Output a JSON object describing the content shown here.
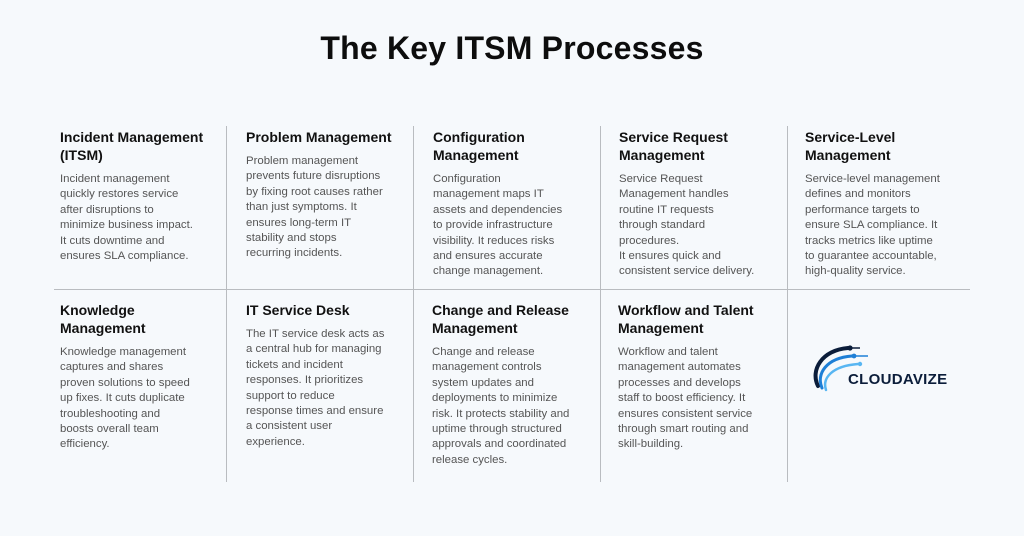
{
  "page": {
    "title": "The Key ITSM Processes"
  },
  "cells": [
    {
      "title": "Incident Management\n(ITSM)",
      "text": "Incident management\nquickly restores service\nafter disruptions to\nminimize business impact.\nIt cuts downtime and\nensures SLA compliance."
    },
    {
      "title": "Problem Management",
      "text": "Problem management\nprevents future disruptions\nby fixing root causes rather\nthan just symptoms. It\nensures long-term IT\nstability and stops\nrecurring incidents."
    },
    {
      "title": "Configuration\nManagement",
      "text": "Configuration\nmanagement maps IT\nassets and dependencies\nto provide infrastructure\nvisibility. It reduces risks\nand ensures accurate\nchange management."
    },
    {
      "title": "Service Request\nManagement",
      "text": "Service Request\nManagement handles\nroutine IT requests\nthrough standard\nprocedures.\n It ensures quick and\nconsistent service delivery."
    },
    {
      "title": "Service-Level\nManagement",
      "text": "Service-level management\ndefines and monitors\nperformance targets to\nensure SLA compliance. It\ntracks metrics like uptime\nto guarantee accountable,\nhigh-quality service."
    },
    {
      "title": "Knowledge\nManagement",
      "text": "Knowledge management\ncaptures and shares\nproven solutions to speed\nup fixes. It cuts duplicate\ntroubleshooting and\nboosts overall team\nefficiency."
    },
    {
      "title": "IT Service Desk",
      "text": "The IT service desk acts as\na central hub for managing\ntickets and incident\nresponses. It prioritizes\nsupport to reduce\nresponse times and ensure\na consistent user\nexperience."
    },
    {
      "title": "Change and Release\nManagement",
      "text": "Change and release\nmanagement controls\nsystem updates and\ndeployments to minimize\nrisk. It protects stability and\nuptime through structured\napprovals and coordinated\nrelease cycles."
    },
    {
      "title": "Workflow and Talent\nManagement",
      "text": "Workflow and talent\nmanagement automates\nprocesses and develops\nstaff to boost efficiency. It\nensures consistent service\nthrough smart routing and\nskill-building."
    }
  ],
  "logo": {
    "text": "CLOUDAVIZE",
    "colors": {
      "arc_dark": "#0b1d3a",
      "arc_blue": "#1e7fd6",
      "arc_light": "#58b6f2",
      "text": "#0b1d3a"
    }
  }
}
